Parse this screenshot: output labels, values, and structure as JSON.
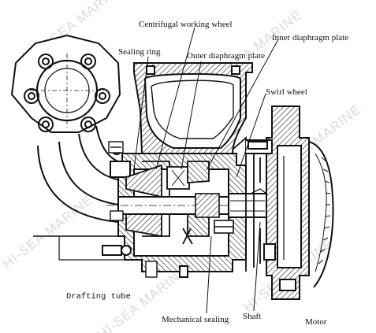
{
  "labels": {
    "centrifugal_working_wheel": "Centrifugal working wheel",
    "inner_diaphragm_plate": "Inner diaphragm plate",
    "sealing_ring": "Sealing ring",
    "outer_diaphragm_plate": "Outer diaphragm plate",
    "swirl_wheel": "Swirl wheel",
    "drafting_tube": "Drafting tube",
    "mechanical_sealing": "Mechanical sealing",
    "shaft": "Shaft",
    "motor": "Motor"
  },
  "watermark": {
    "text": "HI-SEA MARINE"
  }
}
